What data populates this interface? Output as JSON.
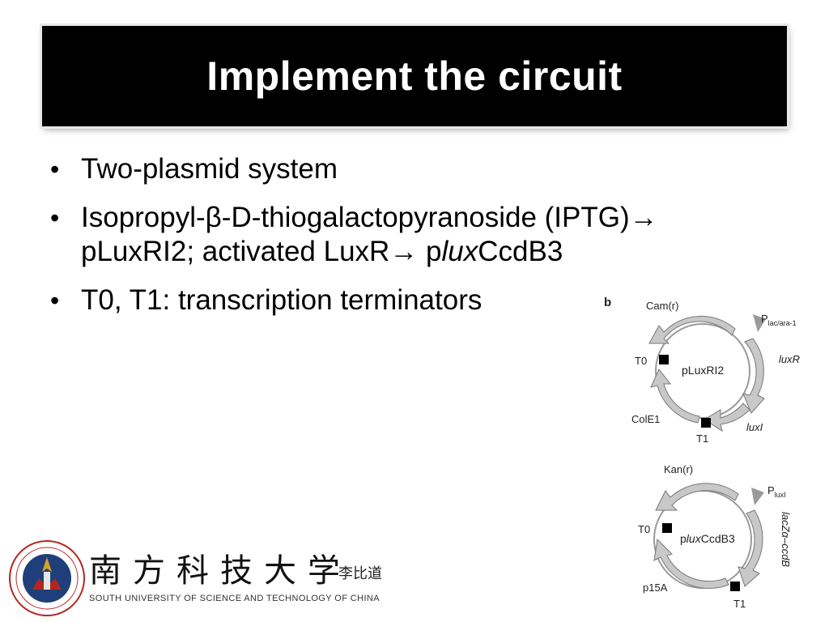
{
  "slide": {
    "title": "Implement the circuit",
    "bullets": {
      "b1": "Two-plasmid system",
      "b2_part1": "Isopropyl-β-D-thiogalactopyranoside (IPTG)→ pLuxRI2; activated LuxR→ p",
      "b2_lux": "lux",
      "b2_part2": "CcdB3",
      "b3": "T0, T1: transcription terminators"
    }
  },
  "diagram": {
    "panel_label": "b",
    "plasmid1": {
      "name": "pLuxRI2",
      "labels": {
        "cam": "Cam(r)",
        "promoter_p": "P",
        "promoter_sub": "lac/ara-1",
        "luxR": "luxR",
        "luxI": "luxI",
        "T0": "T0",
        "T1": "T1",
        "colE1": "ColE1"
      }
    },
    "plasmid2": {
      "name_p": "p",
      "name_lux": "lux",
      "name_rest": "CcdB3",
      "labels": {
        "kan": "Kan(r)",
        "promoter_p": "P",
        "promoter_sub": "luxI",
        "lacZ": "lacZα–ccdB",
        "T0": "T0",
        "T1": "T1",
        "p15A": "p15A"
      }
    }
  },
  "footer": {
    "university_cn": "南方科技大学",
    "signature_cn": "李比道",
    "university_en": "SOUTH UNIVERSITY OF SCIENCE AND TECHNOLOGY OF CHINA"
  },
  "colors": {
    "title_bg": "#000000",
    "title_text": "#ffffff",
    "arrow_fill": "#c8c8c8",
    "logo_red": "#b3261e",
    "logo_blue": "#1f3f7a"
  }
}
